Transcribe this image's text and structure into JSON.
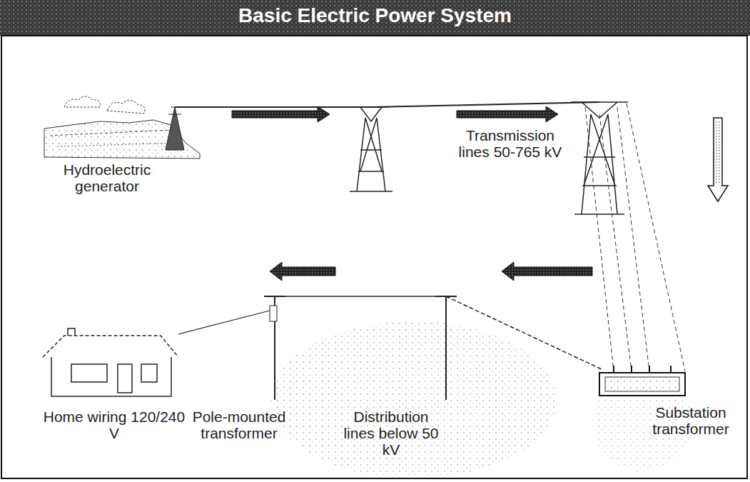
{
  "diagram": {
    "title": "Basic Electric Power System",
    "labels": [
      "Hydroelectric generator",
      "Transmission lines 50-765 kV",
      "Home wiring 120/240 V",
      "Pole-mounted transformer",
      "Distribution lines below 50 kV",
      "Substation transformer"
    ]
  }
}
